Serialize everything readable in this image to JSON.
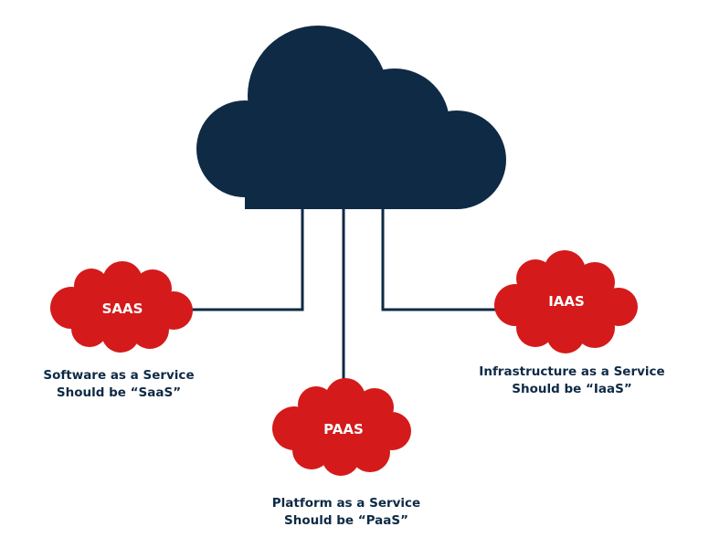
{
  "colors": {
    "main_cloud": "#0e2a45",
    "service_cloud": "#d41a1a",
    "connector": "#0e2a45",
    "caption_text": "#0e2a45",
    "cloud_label_text": "#ffffff"
  },
  "services": {
    "saas": {
      "label": "SAAS",
      "caption_line1": "Software as a Service",
      "caption_line2": "Should be “SaaS”"
    },
    "paas": {
      "label": "PAAS",
      "caption_line1": "Platform as a Service",
      "caption_line2": "Should be “PaaS”"
    },
    "iaas": {
      "label": "IAAS",
      "caption_line1": "Infrastructure as a Service",
      "caption_line2": "Should be “IaaS”"
    }
  }
}
